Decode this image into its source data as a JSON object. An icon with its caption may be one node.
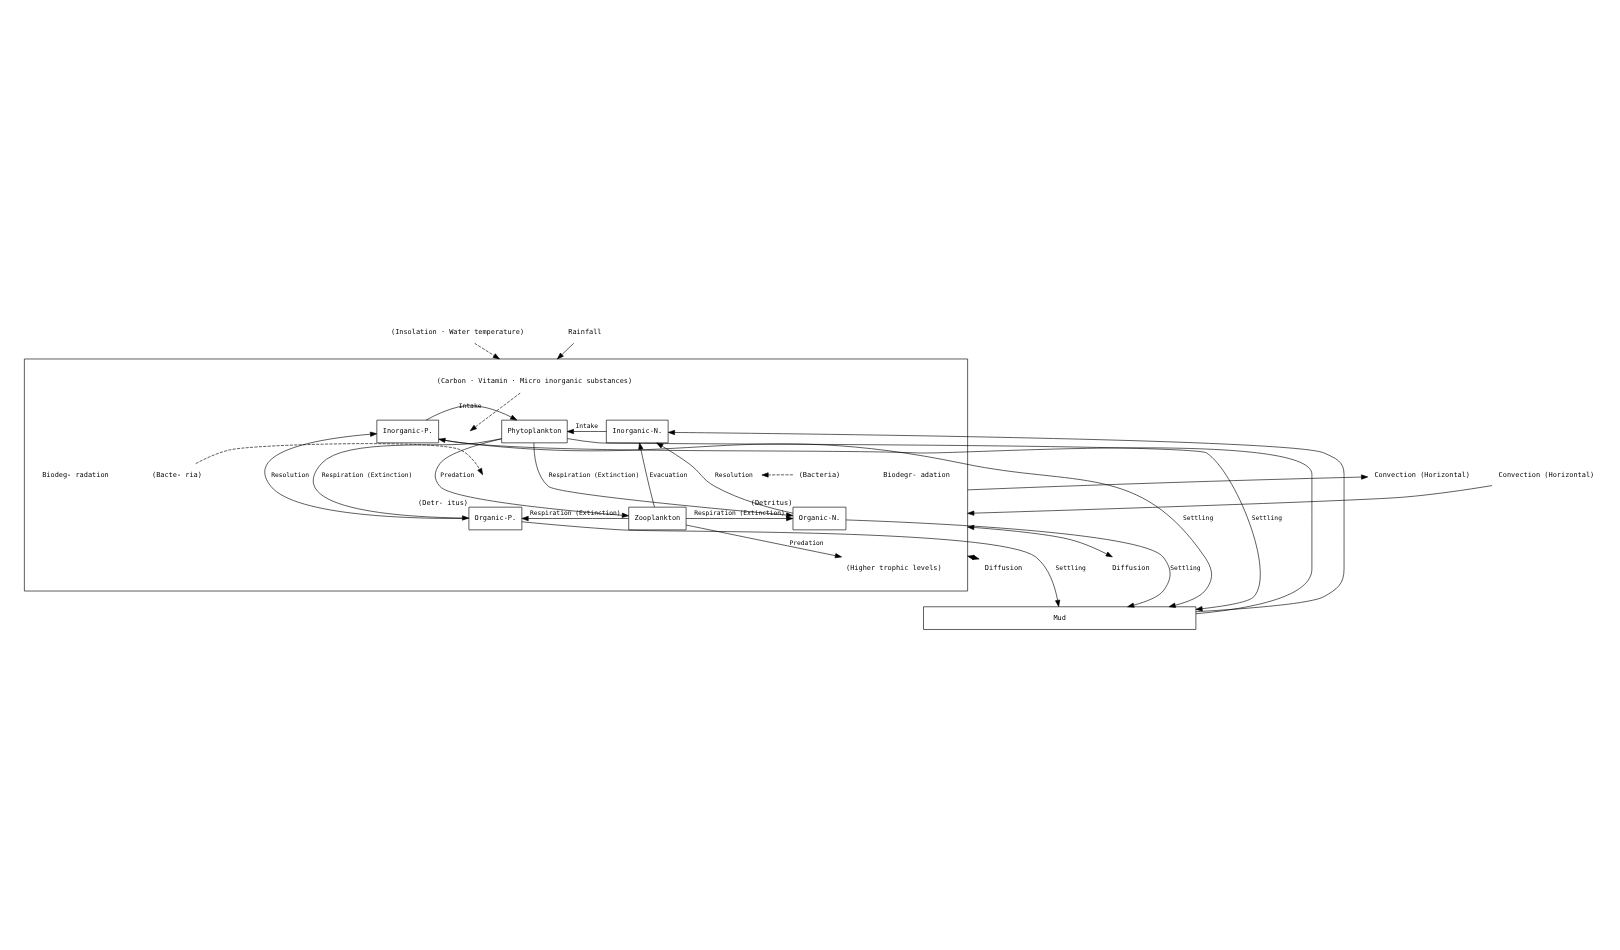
{
  "diagram": {
    "nodes": [
      {
        "text": [
          "(Insolation · Water temperature)"
        ]
      },
      {
        "text": [
          "Rainfall"
        ]
      },
      {
        "text": [],
        "shape": "box"
      },
      {
        "text": [
          "(Carbon · Vitamin · Micro inorganic substances)"
        ],
        "in": 2
      },
      {
        "text": [
          "Inorganic-P."
        ],
        "in": 2
      },
      {
        "text": [
          "Phytoplankton"
        ],
        "in": 2
      },
      {
        "text": [
          "Inorganic-N."
        ],
        "in": 2
      },
      {
        "text": [
          "(Bacte- ria)"
        ],
        "in": 2
      },
      {
        "text": [
          "Organic-P."
        ],
        "in": 2,
        "beside": [
          "(Detr- itus)"
        ]
      },
      {
        "text": [
          "Zooplankton"
        ],
        "in": 2
      },
      {
        "text": [
          "Organic-N."
        ],
        "in": 2,
        "beside": [
          "(Detritus)"
        ]
      },
      {
        "text": [
          "(Bacteria)"
        ],
        "in": 2
      },
      {
        "text": [
          "(Higher trophic levels)"
        ],
        "in": 2
      },
      {
        "text": [
          "Convection (Horizontal)"
        ]
      },
      {
        "text": [
          "Convection (Horizontal)"
        ]
      },
      {
        "text": [
          "Diffusion"
        ]
      },
      {
        "text": [
          "Diffusion"
        ]
      },
      {
        "text": [
          "Mud"
        ]
      }
    ],
    "edges": [
      {
        "from": 0,
        "to": 2,
        "arrow": "to",
        "style": "dashed"
      },
      {
        "from": 1,
        "to": 2,
        "arrow": "to"
      },
      {
        "from": 3,
        "to": null,
        "arrow": "to",
        "style": "dashed"
      },
      {
        "from": 4,
        "to": 5,
        "arrow": "to",
        "label": "Intake"
      },
      {
        "from": 6,
        "to": 5,
        "arrow": "to",
        "label": "Intake"
      },
      {
        "from": 5,
        "to": 8,
        "arrow": "to",
        "label": "Respiration (Extinction)"
      },
      {
        "from": 5,
        "to": 9,
        "arrow": "to",
        "label": "Predation"
      },
      {
        "from": 5,
        "to": 10,
        "arrow": "to",
        "label": "Respiration (Extinction)"
      },
      {
        "from": 8,
        "to": 4,
        "arrow": "to",
        "label": "Resolution"
      },
      {
        "from": 7,
        "to": null,
        "arrow": "to",
        "style": "dashed"
      },
      {
        "from": 10,
        "to": 6,
        "arrow": "to",
        "label": "Resolution"
      },
      {
        "from": 11,
        "to": null,
        "arrow": "to",
        "style": "dashed"
      },
      {
        "from": 9,
        "to": 6,
        "arrow": "to",
        "label": "Evacuation"
      },
      {
        "from": 9,
        "to": 8,
        "arrow": "to",
        "label": "Respiration (Extinction)"
      },
      {
        "from": 9,
        "to": 10,
        "arrow": "to",
        "label": "Respiration (Extinction)"
      },
      {
        "from": 9,
        "to": 12,
        "arrow": "to",
        "label": "Predation"
      },
      {
        "from": 4,
        "to": 17,
        "arrow": "to",
        "label": "Settling"
      },
      {
        "from": 17,
        "to": 4,
        "arrow": "to"
      },
      {
        "from": 8,
        "to": 17,
        "arrow": "to",
        "label": "Settling"
      },
      {
        "from": 5,
        "to": 17,
        "arrow": "to",
        "label": "Settling"
      },
      {
        "from": 10,
        "to": 17,
        "arrow": "to",
        "label": "Settling"
      },
      {
        "from": 17,
        "to": 6,
        "arrow": "to"
      },
      {
        "from": 2,
        "to": 13,
        "arrow": "to"
      },
      {
        "from": 14,
        "to": 2,
        "arrow": "to"
      },
      {
        "from": 15,
        "to": 2,
        "arrow": "both"
      },
      {
        "from": 2,
        "to": 16,
        "arrow": "both"
      }
    ],
    "labels": [
      "Biodeg- radation",
      "Biodegr- adation"
    ]
  }
}
